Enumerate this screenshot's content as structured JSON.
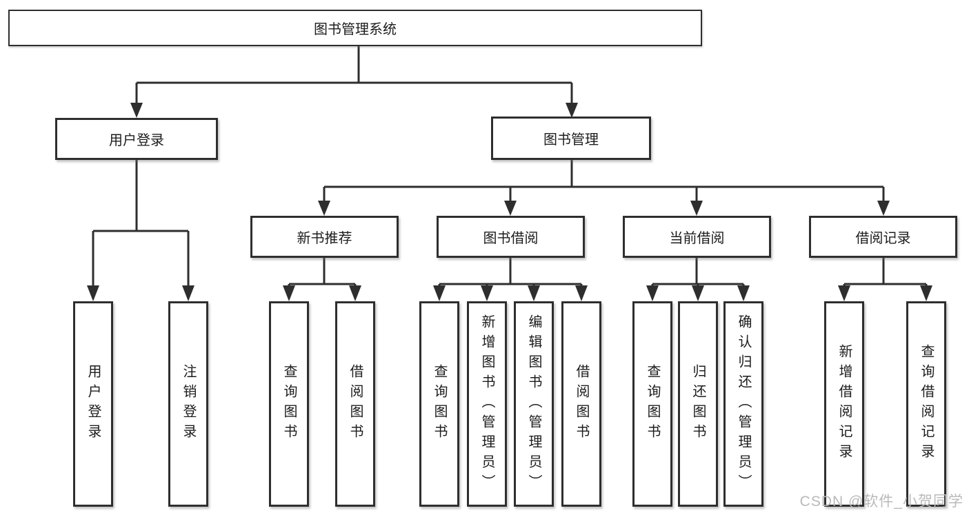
{
  "tree": {
    "root": "图书管理系统",
    "branches": [
      {
        "label": "用户登录",
        "children": [
          "用户登录",
          "注销登录"
        ]
      },
      {
        "label": "图书管理",
        "groups": [
          {
            "label": "新书推荐",
            "children": [
              "查询图书",
              "借阅图书"
            ]
          },
          {
            "label": "图书借阅",
            "children": [
              "查询图书",
              "新增图书（管理员）",
              "编辑图书（管理员）",
              "借阅图书"
            ]
          },
          {
            "label": "当前借阅",
            "children": [
              "查询图书",
              "归还图书",
              "确认归还（管理员）"
            ]
          },
          {
            "label": "借阅记录",
            "children": [
              "新增借阅记录",
              "查询借阅记录"
            ]
          }
        ]
      }
    ]
  },
  "watermark": {
    "text": "CSDN @软件_小贺同学"
  },
  "colors": {
    "line": "#2e2e2e",
    "box_border": "#2e2e2e",
    "text": "#1c1c1c",
    "background": "#ffffff",
    "watermark": "#b9b9b9"
  }
}
